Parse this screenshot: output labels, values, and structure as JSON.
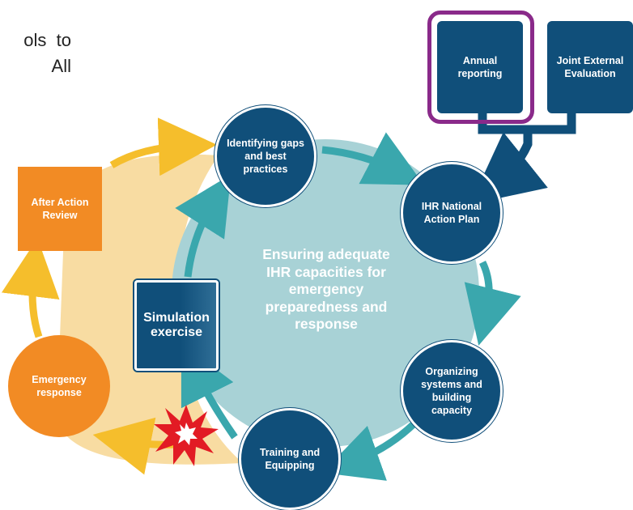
{
  "intro_text": "ols  to\nAll",
  "center_label": "Ensuring adequate IHR capacities for emergency preparedness and response",
  "nodes": {
    "identifying": "Identifying gaps and best practices",
    "nap": "IHR National Action Plan",
    "organizing": "Organizing systems and building capacity",
    "training": "Training and Equipping",
    "simulation": "Simulation exercise",
    "emergency": "Emergency response",
    "aar": "After Action Review",
    "annual": "Annual reporting",
    "jee": "Joint External Evaluation"
  },
  "colors": {
    "dark_blue": "#104f7a",
    "teal_fill": "#a8d2d6",
    "teal_arrow": "#3aa7ad",
    "orange": "#f28b24",
    "light_orange": "#f8dca2",
    "yellow_arrow": "#f5be2c",
    "purple": "#8a2a8a",
    "burst_red": "#e21b24"
  }
}
